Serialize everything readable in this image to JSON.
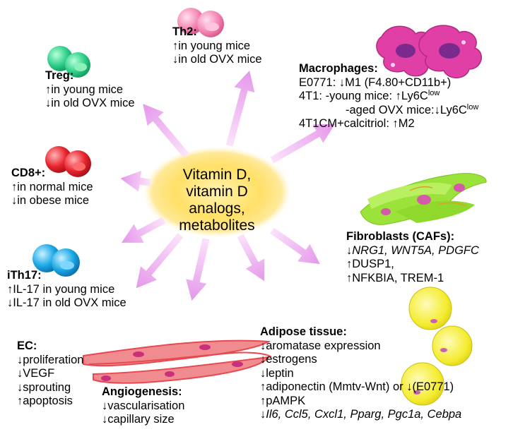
{
  "center": {
    "line1": "Vitamin D,",
    "line2": "vitamin D analogs,",
    "line3": "metabolites"
  },
  "th2": {
    "title": "Th2:",
    "l1": "↑in young mice",
    "l2": "↓in old OVX mice"
  },
  "treg": {
    "title": "Treg:",
    "l1": "↑in young mice",
    "l2": "↓in old OVX mice"
  },
  "cd8": {
    "title": "CD8+:",
    "l1": "↑in normal mice",
    "l2": "↓in obese mice"
  },
  "ith17": {
    "title": "iTh17:",
    "l1": "↑IL-17 in young mice",
    "l2": "↓IL-17 in old OVX mice"
  },
  "macrophages": {
    "title": "Macrophages:",
    "l1": "E0771: ↓M1 (F4.80+CD11b+)",
    "l2a": "4T1:  -young mice: ↑Ly6C",
    "l2sup": "low",
    "l3a": "-aged OVX mice:↓Ly6C",
    "l3sup": "low",
    "l4": "4T1CM+calcitriol: ↑M2"
  },
  "fibroblasts": {
    "title": "Fibroblasts (CAFs):",
    "l1arrow": "↓",
    "l1genes": "NRG1, WNT5A, PDGFC",
    "l2": "↑DUSP1,",
    "l3": "↑NFKBIA, TREM-1"
  },
  "ec": {
    "title": "EC:",
    "l1": "↓proliferation",
    "l2": "↓VEGF",
    "l3": "↓sprouting",
    "l4": "↑apoptosis"
  },
  "angiogenesis": {
    "title": "Angiogenesis:",
    "l1": "↓vascularisation",
    "l2": "↓capillary size"
  },
  "adipose": {
    "title": "Adipose tissue:",
    "l1": "↓aromatase expression",
    "l2": "↓estrogens",
    "l3": "↓leptin",
    "l4": "↑adiponectin (Mmtv-Wnt) or ↓(E0771)",
    "l5": "↑pAMPK",
    "l6arrow": "↓",
    "l6genes": "Il6, Ccl5, Cxcl1, Pparg, Pgc1a, Cebpa"
  },
  "colors": {
    "arrow": "#e9a6ec",
    "center_glow": "#ffd84a",
    "treg_cell": "#2fd08a",
    "th2_cell": "#f58bb5",
    "cd8_cell": "#e8242f",
    "ith17_cell": "#1aa8e6",
    "macrophage": "#e03fa6",
    "fibroblast": "#9be23a",
    "adipocyte": "#f4ec2e",
    "vessel": "#e8484f"
  }
}
